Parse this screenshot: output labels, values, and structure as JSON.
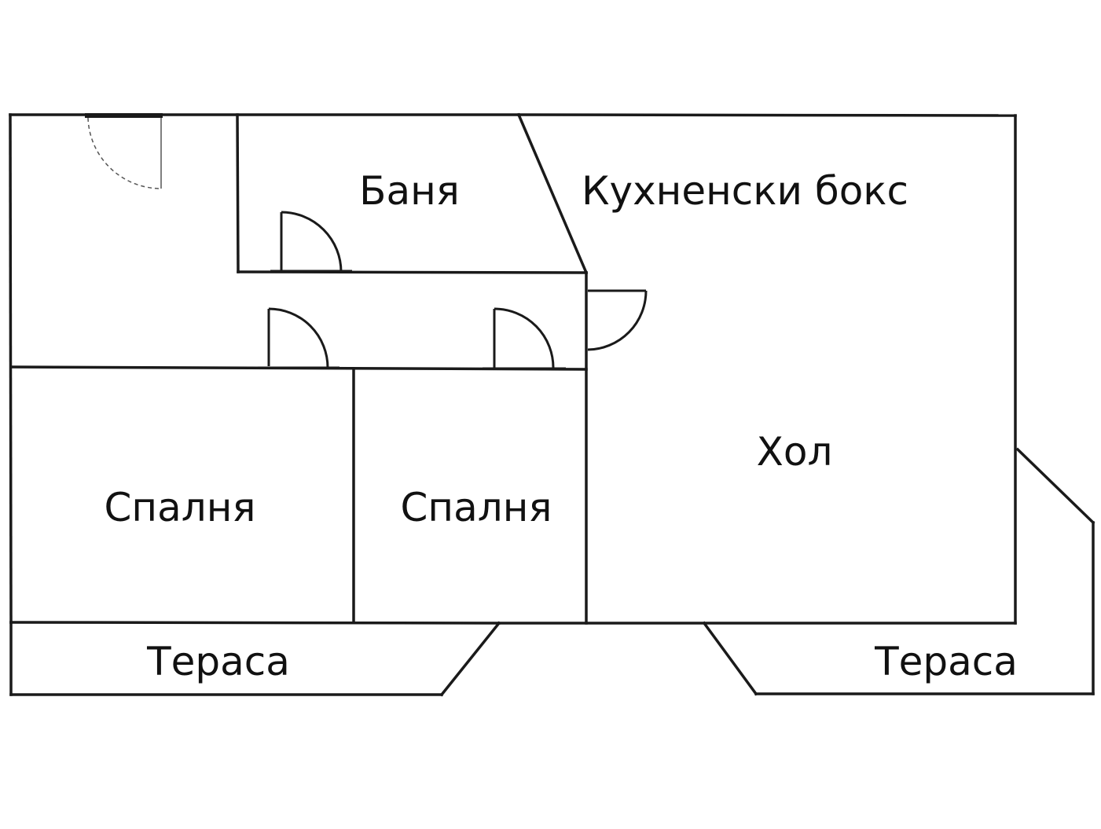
{
  "rooms": {
    "bathroom": "Баня",
    "kitchen": "Кухненски бокс",
    "living": "Хол",
    "bedroom_1": "Спалня",
    "bedroom_2": "Спалня",
    "terrace_1": "Тераса",
    "terrace_2": "Тераса"
  },
  "colors": {
    "wall": "#1a1a1a",
    "background": "#ffffff",
    "text": "#111111"
  }
}
